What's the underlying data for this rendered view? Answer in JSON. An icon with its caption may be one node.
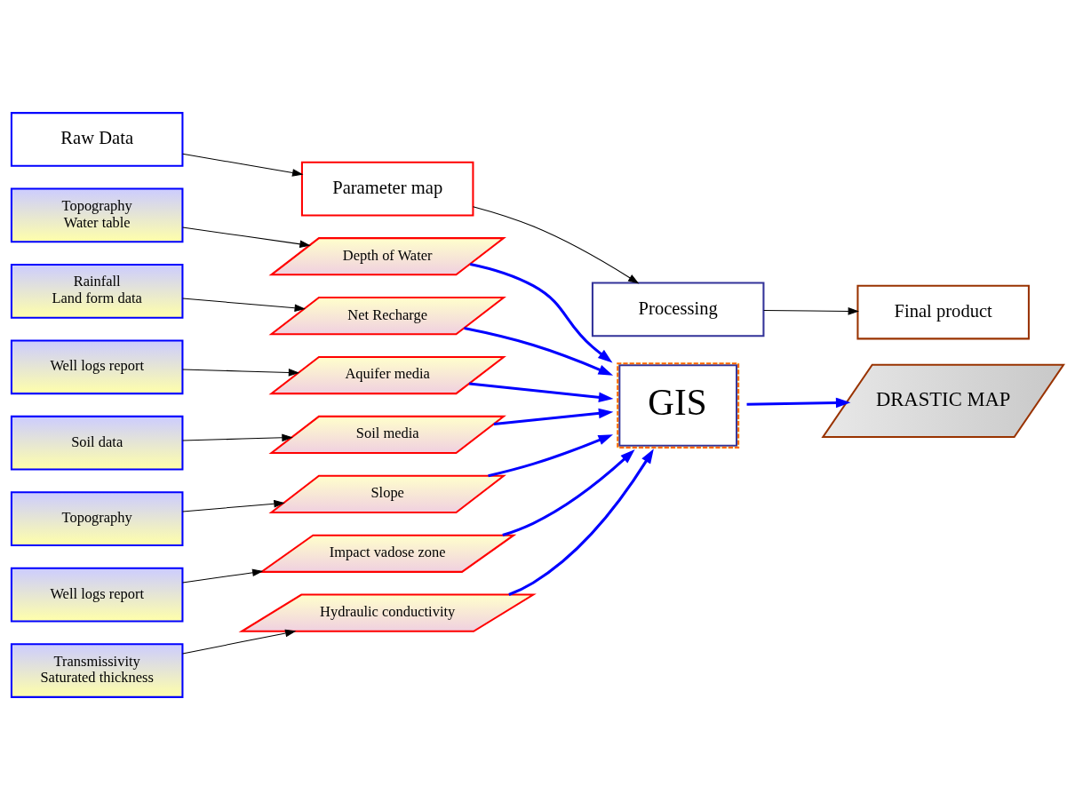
{
  "diagram": {
    "nodes": [
      {
        "text": [
          "Raw Data"
        ]
      },
      {
        "text": [
          "Parameter map"
        ]
      },
      {
        "text": [
          "Processing"
        ]
      },
      {
        "text": [
          "Final product"
        ]
      },
      {
        "text": [
          "Topography",
          "Water table"
        ]
      },
      {
        "text": [
          "Depth of Water"
        ]
      },
      {
        "text": [
          "Rainfall",
          "Land form data"
        ]
      },
      {
        "text": [
          "Net Recharge"
        ]
      },
      {
        "text": [
          "Well logs report"
        ]
      },
      {
        "text": [
          "Aquifer media"
        ]
      },
      {
        "text": [
          "Soil data"
        ]
      },
      {
        "text": [
          "Soil media"
        ]
      },
      {
        "text": [
          "Topography"
        ]
      },
      {
        "text": [
          "Slope"
        ]
      },
      {
        "text": [
          "Well logs report"
        ]
      },
      {
        "text": [
          "Impact vadose zone"
        ]
      },
      {
        "text": [
          "Transmissivity",
          "Saturated thickness"
        ]
      },
      {
        "text": [
          "Hydraulic conductivity"
        ]
      },
      {
        "text": [
          "GIS"
        ]
      },
      {
        "text": [
          "DRASTIC MAP"
        ]
      }
    ],
    "edges": [
      {
        "from": 0,
        "to": 1,
        "arrow": "to"
      },
      {
        "from": 1,
        "to": 2,
        "arrow": "to"
      },
      {
        "from": 2,
        "to": 3,
        "arrow": "to"
      },
      {
        "from": 4,
        "to": 5,
        "arrow": "to"
      },
      {
        "from": 6,
        "to": 7,
        "arrow": "to"
      },
      {
        "from": 8,
        "to": 9,
        "arrow": "to"
      },
      {
        "from": 10,
        "to": 11,
        "arrow": "to"
      },
      {
        "from": 12,
        "to": 13,
        "arrow": "to"
      },
      {
        "from": 14,
        "to": 15,
        "arrow": "to"
      },
      {
        "from": 16,
        "to": 17,
        "arrow": "to"
      },
      {
        "from": 5,
        "to": 18,
        "arrow": "to",
        "style": "thick",
        "color": "#0000ff"
      },
      {
        "from": 7,
        "to": 18,
        "arrow": "to",
        "style": "thick",
        "color": "#0000ff"
      },
      {
        "from": 9,
        "to": 18,
        "arrow": "to",
        "style": "thick",
        "color": "#0000ff"
      },
      {
        "from": 11,
        "to": 18,
        "arrow": "to",
        "style": "thick",
        "color": "#0000ff"
      },
      {
        "from": 13,
        "to": 18,
        "arrow": "to",
        "style": "thick",
        "color": "#0000ff"
      },
      {
        "from": 15,
        "to": 18,
        "arrow": "to",
        "style": "thick",
        "color": "#0000ff"
      },
      {
        "from": 17,
        "to": 18,
        "arrow": "to",
        "style": "thick",
        "color": "#0000ff"
      },
      {
        "from": 18,
        "to": 19,
        "arrow": "to",
        "style": "thick",
        "color": "#0000ff"
      }
    ]
  }
}
